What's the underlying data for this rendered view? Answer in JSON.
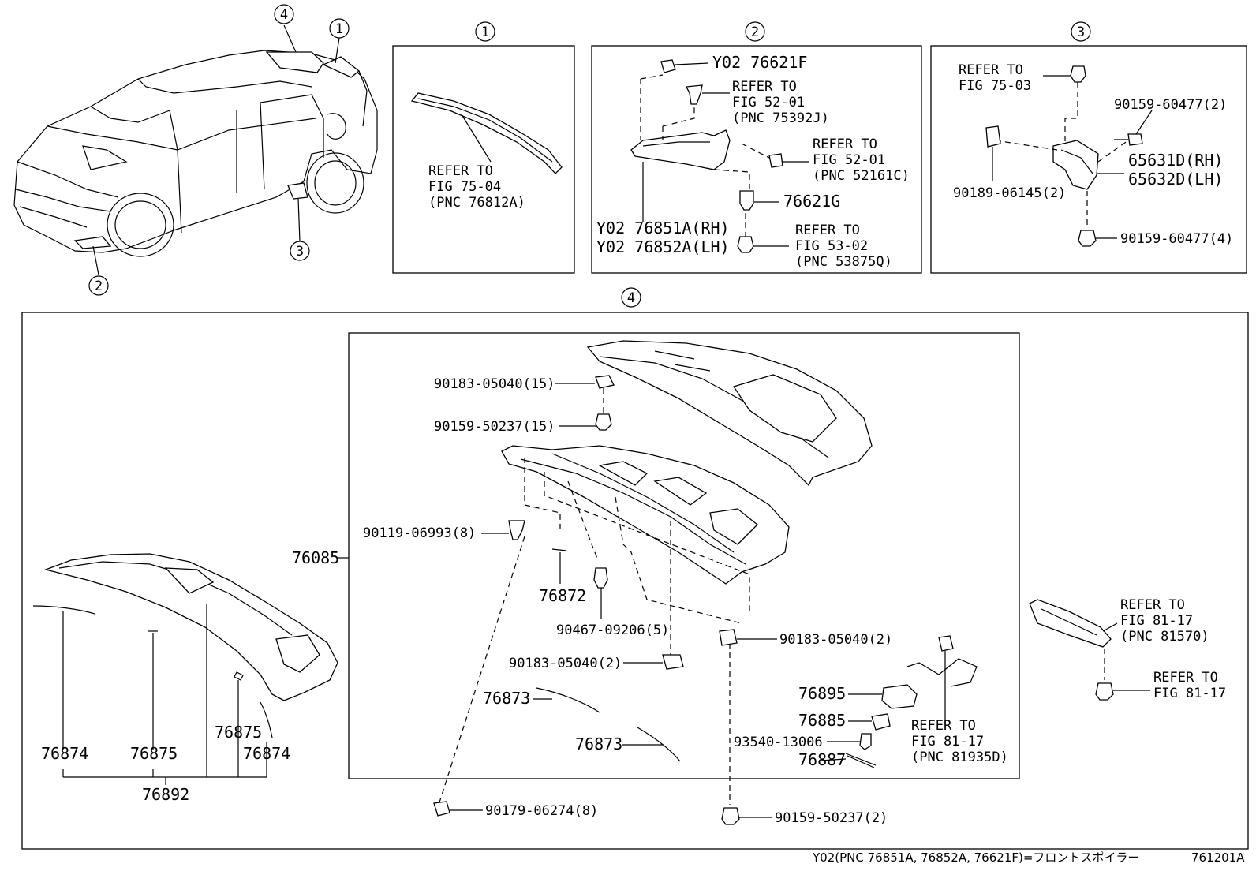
{
  "callouts": [
    "1",
    "2",
    "3",
    "4"
  ],
  "panel1": {
    "ref": [
      "REFER TO",
      "FIG 75-04",
      "(PNC 76812A)"
    ]
  },
  "panel2": {
    "screw_part": "Y02 76621F",
    "ref_a": [
      "REFER TO",
      "FIG 52-01",
      "(PNC 75392J)"
    ],
    "ref_b": [
      "REFER TO",
      "FIG 52-01",
      "(PNC 52161C)"
    ],
    "clip_part": "76621G",
    "ref_c": [
      "REFER TO",
      "FIG 53-02",
      "(PNC 53875Q)"
    ],
    "spoiler_rh": "Y02 76851A(RH)",
    "spoiler_lh": "Y02 76852A(LH)"
  },
  "panel3": {
    "ref": [
      "REFER TO",
      "FIG 75-03"
    ],
    "bolt_top": "90159-60477(2)",
    "bracket_rh": "65631D(RH)",
    "bracket_lh": "65632D(LH)",
    "clip": "90189-06145(2)",
    "bolt_bottom": "90159-60477(4)"
  },
  "panel4": {
    "nut_top": "90183-05040(15)",
    "bolt_top": "90159-50237(15)",
    "clip_8": "90119-06993(8)",
    "assembly": "76085",
    "pad": "76872",
    "clip_5": "90467-09206(5)",
    "nut_2a": "90183-05040(2)",
    "nut_2b": "90183-05040(2)",
    "seal_a": "76873",
    "seal_b": "76873",
    "lamp": "76895",
    "lamp_cover": "76885",
    "bulb": "93540-13006",
    "lens": "76887",
    "ref_lamp": [
      "REFER TO",
      "FIG 81-17",
      "(PNC 81935D)"
    ],
    "grommet": "90179-06274(8)",
    "bolt_bottom": "90159-50237(2)",
    "ref_antenna": [
      "REFER TO",
      "FIG 81-17",
      "(PNC 81570)"
    ],
    "ref_antenna_bolt": [
      "REFER TO",
      "FIG 81-17"
    ],
    "left_parts": [
      "76874",
      "76875",
      "76875",
      "76874"
    ],
    "left_group": "76892"
  },
  "footer": {
    "note": "Y02(PNC 76851A, 76852A, 76621F)=フロントスポイラー",
    "figure_id": "761201A"
  }
}
